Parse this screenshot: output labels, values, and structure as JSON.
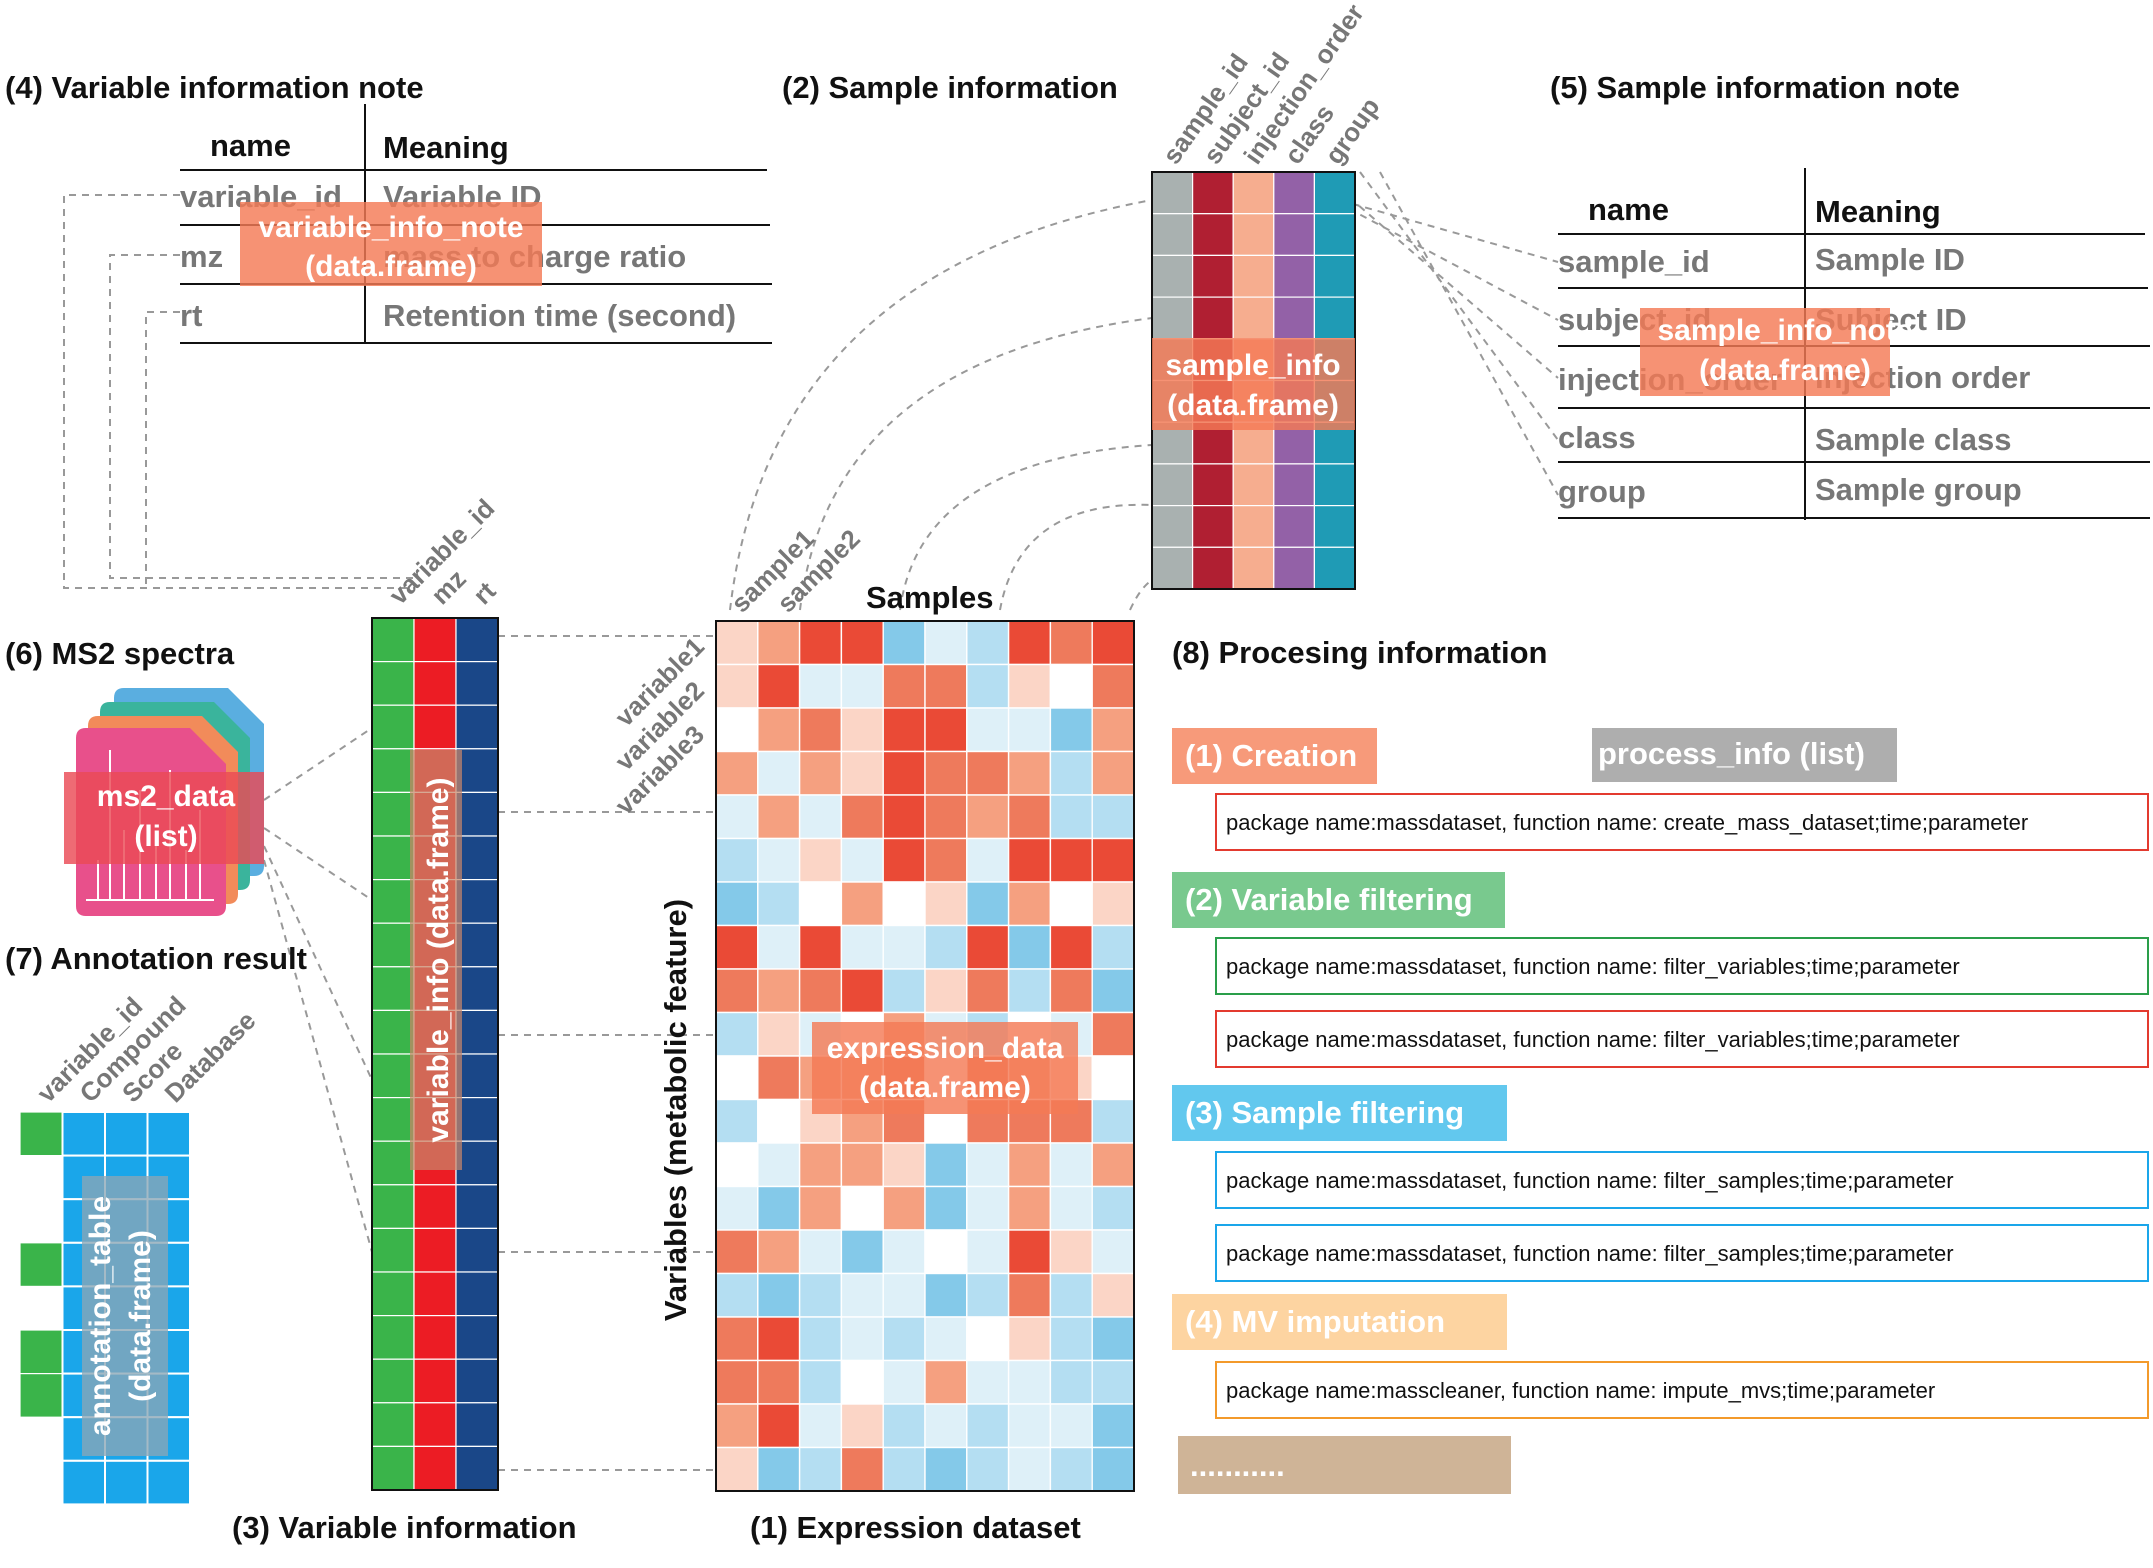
{
  "titles": {
    "expression": "(1) Expression dataset",
    "sample_info": "(2) Sample information",
    "variable_info": "(3) Variable information",
    "variable_note": "(4) Variable information note",
    "sample_note": "(5) Sample information note",
    "ms2": "(6) MS2 spectra",
    "annotation": "(7) Annotation result",
    "processing": "(8) Procesing information"
  },
  "variable_note_table": {
    "headers": [
      "name",
      "Meaning"
    ],
    "rows": [
      [
        "variable_id",
        "Variable ID"
      ],
      [
        "mz",
        "mass to charge ratio"
      ],
      [
        "rt",
        "Retention time (second)"
      ]
    ],
    "overlay": [
      "variable_info_note",
      "(data.frame)"
    ]
  },
  "sample_note_table": {
    "headers": [
      "name",
      "Meaning"
    ],
    "rows": [
      [
        "sample_id",
        "Sample ID"
      ],
      [
        "subject_id",
        "Subject ID"
      ],
      [
        "injection_order",
        "Injection order"
      ],
      [
        "class",
        "Sample class"
      ],
      [
        "group",
        "Sample group"
      ]
    ],
    "overlay": [
      "sample_info_note",
      "(data.frame)"
    ]
  },
  "sample_info": {
    "columns": [
      "sample_id",
      "subject_id",
      "injection_order",
      "class",
      "group"
    ],
    "colors": [
      "#a9b1b0",
      "#b01f32",
      "#f6ad8f",
      "#9361a7",
      "#1f9bb5"
    ],
    "rows": 10,
    "overlay": [
      "sample_info",
      "(data.frame)"
    ]
  },
  "variable_info": {
    "columns": [
      "variable_id",
      "mz",
      "rt"
    ],
    "colors": [
      "#3ab44a",
      "#ec1c24",
      "#1a4788"
    ],
    "rows": 20,
    "overlay": "variable_info (data.frame)"
  },
  "expression": {
    "samples_label": "Samples",
    "variables_label": "Variables (metabolic feature)",
    "sample_labels": [
      "sample1",
      "sample2"
    ],
    "variable_labels": [
      "variable1",
      "variable2",
      "variable3"
    ],
    "overlay": [
      "expression_data",
      "(data.frame)"
    ],
    "color_scale": {
      "neg3": "#84c9e9",
      "neg2": "#b4def2",
      "neg1": "#def0f8",
      "zero": "#ffffff",
      "pos1": "#fbd5c6",
      "pos2": "#f5a080",
      "pos3": "#ee7a5c",
      "pos4": "#ea4a36"
    },
    "matrix": [
      [
        1,
        2,
        4,
        4,
        -3,
        -1,
        -2,
        4,
        3,
        4
      ],
      [
        1,
        4,
        -1,
        -1,
        3,
        3,
        -2,
        1,
        0,
        3
      ],
      [
        0,
        2,
        3,
        1,
        4,
        4,
        -1,
        -1,
        -3,
        2
      ],
      [
        2,
        -1,
        2,
        1,
        4,
        3,
        3,
        2,
        -2,
        2
      ],
      [
        -1,
        2,
        -1,
        3,
        4,
        3,
        2,
        3,
        -2,
        -2
      ],
      [
        -2,
        -1,
        1,
        -1,
        4,
        3,
        -1,
        4,
        4,
        4
      ],
      [
        -3,
        -2,
        0,
        2,
        0,
        1,
        -3,
        2,
        0,
        1
      ],
      [
        4,
        -1,
        4,
        -1,
        -1,
        -2,
        4,
        -3,
        4,
        -2
      ],
      [
        3,
        2,
        3,
        4,
        -2,
        1,
        3,
        -2,
        3,
        -3
      ],
      [
        -2,
        1,
        -1,
        0,
        2,
        -1,
        -2,
        0,
        -1,
        3
      ],
      [
        0,
        3,
        2,
        2,
        3,
        0,
        3,
        2,
        1,
        0
      ],
      [
        -2,
        0,
        1,
        2,
        3,
        0,
        3,
        3,
        3,
        -2
      ],
      [
        0,
        -1,
        2,
        2,
        1,
        -3,
        -1,
        2,
        -1,
        2
      ],
      [
        -1,
        -3,
        2,
        0,
        2,
        -3,
        -1,
        2,
        -1,
        -2
      ],
      [
        3,
        2,
        -1,
        -3,
        -1,
        0,
        -1,
        4,
        1,
        -1
      ],
      [
        -2,
        -3,
        -2,
        -1,
        -1,
        -3,
        -2,
        3,
        -2,
        1
      ],
      [
        3,
        4,
        -2,
        -1,
        -2,
        -1,
        0,
        1,
        -2,
        -3
      ],
      [
        3,
        3,
        -2,
        0,
        -1,
        2,
        -1,
        -1,
        -2,
        -2
      ],
      [
        2,
        4,
        -1,
        1,
        -2,
        -1,
        -2,
        -1,
        -1,
        -3
      ],
      [
        1,
        -3,
        -2,
        3,
        -2,
        -3,
        -2,
        -1,
        -2,
        -3
      ]
    ]
  },
  "ms2": {
    "overlay": [
      "ms2_data",
      "(list)"
    ],
    "layer_colors": [
      "#5aaee0",
      "#3ab49c",
      "#f28b5a",
      "#e8508b"
    ]
  },
  "annotation": {
    "columns": [
      "variable_id",
      "Compound",
      "Score",
      "Database"
    ],
    "colors": {
      "id_col": "#3ab44a",
      "grid": "#1aa6ea"
    },
    "filled_rows": [
      0,
      3,
      5,
      6
    ],
    "rows": 9,
    "overlay": [
      "annotation_table",
      "(data.frame)"
    ]
  },
  "processing": {
    "overlay": "process_info (list)",
    "steps": [
      {
        "label": "(1) Creation",
        "color": "#f79a7a",
        "packages": [
          {
            "text": "package name:massdataset, function name: create_mass_dataset;time;parameter",
            "border": "#e33a2f"
          }
        ]
      },
      {
        "label": "(2) Variable filtering",
        "color": "#79c98e",
        "packages": [
          {
            "text": "package name:massdataset, function name: filter_variables;time;parameter",
            "border": "#2a9e4a"
          },
          {
            "text": "package name:massdataset, function name: filter_variables;time;parameter",
            "border": "#e33a2f"
          }
        ]
      },
      {
        "label": "(3) Sample filtering",
        "color": "#62c8ee",
        "packages": [
          {
            "text": "package name:massdataset, function name: filter_samples;time;parameter",
            "border": "#1aa6ea"
          },
          {
            "text": "package name:massdataset, function name: filter_samples;time;parameter",
            "border": "#1aa6ea"
          }
        ]
      },
      {
        "label": "(4) MV imputation",
        "color": "#fdd4a1",
        "packages": [
          {
            "text": "package name:masscleaner, function name: impute_mvs;time;parameter",
            "border": "#f39a2b"
          }
        ]
      }
    ],
    "ellipsis": "...........",
    "ellipsis_color": "#cfb497"
  }
}
